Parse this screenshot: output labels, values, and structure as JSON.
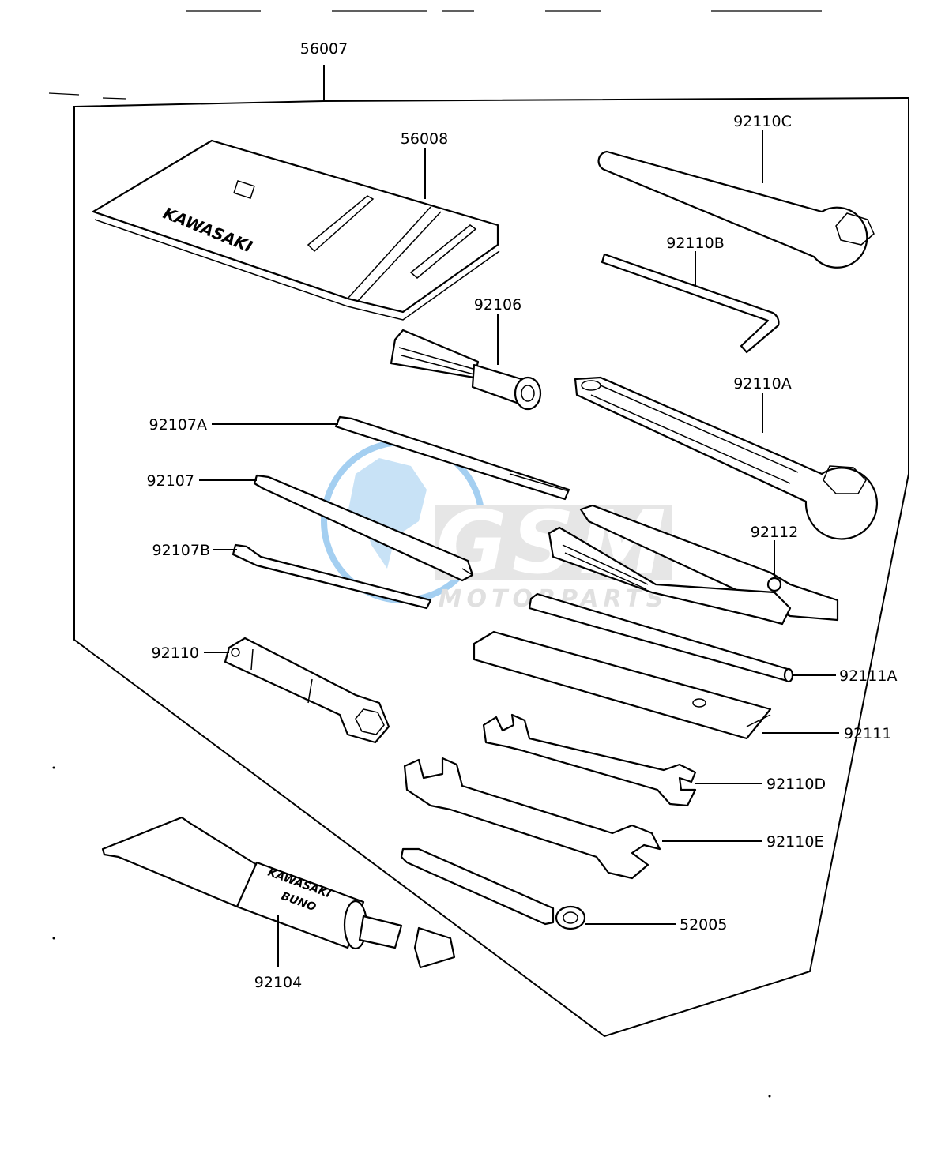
{
  "labels": {
    "kit": "56007",
    "case": "56008",
    "wrench_c": "92110C",
    "hex_key_b": "92110B",
    "handle_92106": "92106",
    "wrench_a": "92110A",
    "screwdriver_a": "92107A",
    "screwdriver": "92107",
    "pliers": "92112",
    "screwdriver_b": "92107B",
    "plug_wrench": "92110",
    "bar_a": "92111A",
    "bar": "92111",
    "wrench_d": "92110D",
    "wrench_e": "92110E",
    "tube": "92104",
    "spoke_tool": "52005"
  },
  "case_brand": "KAWASAKI",
  "tube_text": [
    "KAWASAKI",
    "BUNO"
  ],
  "watermark": {
    "logo_text": "GSM",
    "sub_text": "MOTORPARTS",
    "color": "#5aa8e6"
  }
}
